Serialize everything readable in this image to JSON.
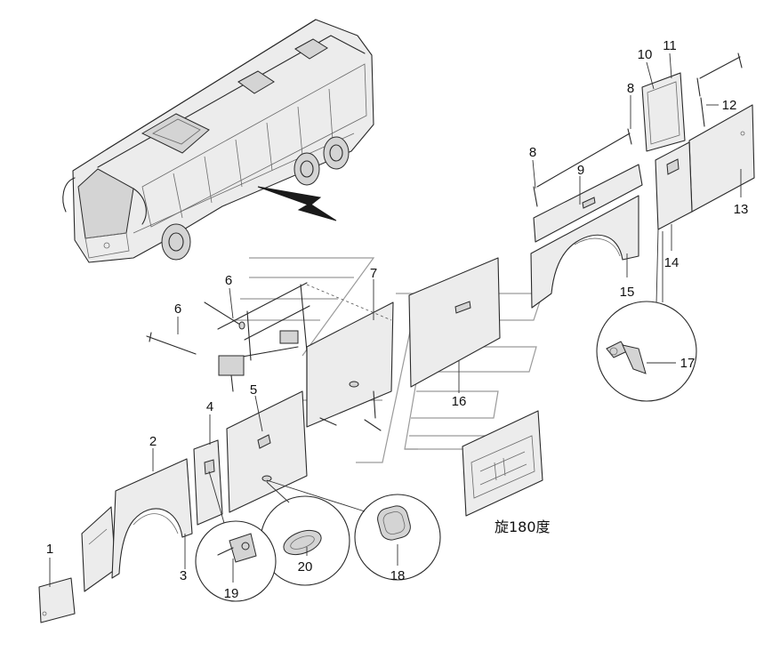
{
  "callouts": [
    "1",
    "2",
    "3",
    "4",
    "5",
    "6",
    "6",
    "7",
    "8",
    "8",
    "9",
    "10",
    "11",
    "12",
    "13",
    "14",
    "15",
    "16",
    "17",
    "18",
    "19",
    "20"
  ],
  "note": "旋180度"
}
